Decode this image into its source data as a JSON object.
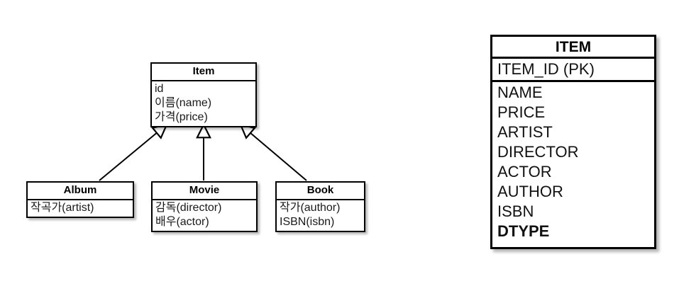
{
  "diagram": {
    "title_hidden": "",
    "classes": [
      {
        "id": "item",
        "name": "Item",
        "attributes": [
          "id",
          "이름(name)",
          "가격(price)"
        ]
      },
      {
        "id": "album",
        "name": "Album",
        "attributes": [
          "작곡가(artist)"
        ]
      },
      {
        "id": "movie",
        "name": "Movie",
        "attributes": [
          "감독(director)",
          "배우(actor)"
        ]
      },
      {
        "id": "book",
        "name": "Book",
        "attributes": [
          "작가(author)",
          "ISBN(isbn)"
        ]
      }
    ],
    "relations": [
      {
        "type": "generalization",
        "from": "album",
        "to": "item"
      },
      {
        "type": "generalization",
        "from": "movie",
        "to": "item"
      },
      {
        "type": "generalization",
        "from": "book",
        "to": "item"
      }
    ]
  },
  "db_table": {
    "name": "ITEM",
    "primary_key": "ITEM_ID (PK)",
    "columns": [
      {
        "label": "NAME",
        "bold": false
      },
      {
        "label": "PRICE",
        "bold": false
      },
      {
        "label": "ARTIST",
        "bold": false
      },
      {
        "label": "DIRECTOR",
        "bold": false
      },
      {
        "label": "ACTOR",
        "bold": false
      },
      {
        "label": "AUTHOR",
        "bold": false
      },
      {
        "label": "ISBN",
        "bold": false
      },
      {
        "label": "DTYPE",
        "bold": true
      }
    ]
  },
  "colors": {
    "stroke": "#000000",
    "background": "#ffffff",
    "text": "#111111"
  }
}
